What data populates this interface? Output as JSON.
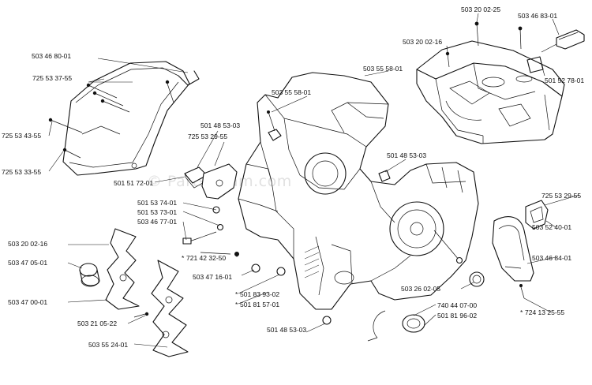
{
  "watermark": "© Partstream.com",
  "labels": [
    {
      "id": "l01",
      "text": "503 20 02-25"
    },
    {
      "id": "l02",
      "text": "503 46 83-01"
    },
    {
      "id": "l03",
      "text": "503 20 02-16"
    },
    {
      "id": "l04",
      "text": "503 55 58-01"
    },
    {
      "id": "l05",
      "text": "501 52 78-01"
    },
    {
      "id": "l06",
      "text": "503 46 80-01"
    },
    {
      "id": "l07",
      "text": "725 53 37-55"
    },
    {
      "id": "l08",
      "text": "503 55 58-01"
    },
    {
      "id": "l09",
      "text": "501 48 53-03"
    },
    {
      "id": "l10",
      "text": "725 53 29-55"
    },
    {
      "id": "l11",
      "text": "725 53 43-55"
    },
    {
      "id": "l12",
      "text": "725 53 33-55"
    },
    {
      "id": "l13",
      "text": "501 51 72-01"
    },
    {
      "id": "l14",
      "text": "501 48 53-03"
    },
    {
      "id": "l15",
      "text": "725 53 29-55"
    },
    {
      "id": "l16",
      "text": "501 53 74-01"
    },
    {
      "id": "l17",
      "text": "501 53 73-01"
    },
    {
      "id": "l18",
      "text": "503 46 77-01"
    },
    {
      "id": "l19",
      "text": "503 20 02-16"
    },
    {
      "id": "l20",
      "text": "721 42 32-50"
    },
    {
      "id": "l21",
      "text": "503 52 40-01"
    },
    {
      "id": "l22",
      "text": "503 46 84-01"
    },
    {
      "id": "l23",
      "text": "503 47 05-01"
    },
    {
      "id": "l24",
      "text": "503 47 16-01"
    },
    {
      "id": "l25",
      "text": "503 26 02-05"
    },
    {
      "id": "l26",
      "text": "503 47 00-01"
    },
    {
      "id": "l27",
      "text": "501 83 93-02"
    },
    {
      "id": "l28",
      "text": "501 81 57-01"
    },
    {
      "id": "l29",
      "text": "740 44 07-00"
    },
    {
      "id": "l30",
      "text": "501 81 96-02"
    },
    {
      "id": "l31",
      "text": "724 13 25-55"
    },
    {
      "id": "l32",
      "text": "503 21 05-22"
    },
    {
      "id": "l33",
      "text": "501 48 53-03"
    },
    {
      "id": "l34",
      "text": "503 55 24-01"
    }
  ]
}
